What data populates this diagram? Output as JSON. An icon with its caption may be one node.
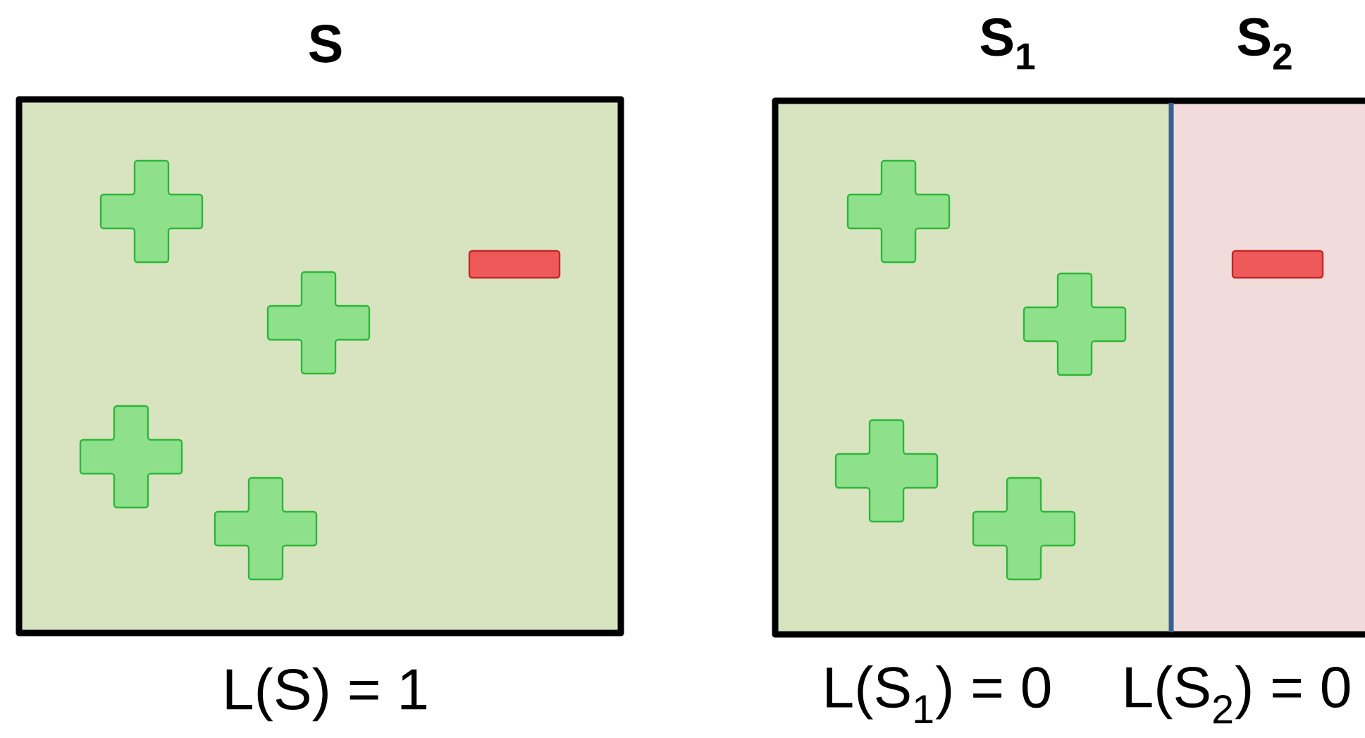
{
  "diagram": {
    "nodes": [
      {
        "text": [
          "S"
        ],
        "beside": [
          "L(S) = 1"
        ]
      },
      {
        "text": [
          "S$_{1}$"
        ],
        "beside": [
          "L(S$_{1}$) = 0"
        ]
      },
      {
        "text": [
          "S$_{2}$"
        ],
        "beside": [
          "L(S$_{2}$) = 0"
        ]
      }
    ],
    "edges": []
  }
}
